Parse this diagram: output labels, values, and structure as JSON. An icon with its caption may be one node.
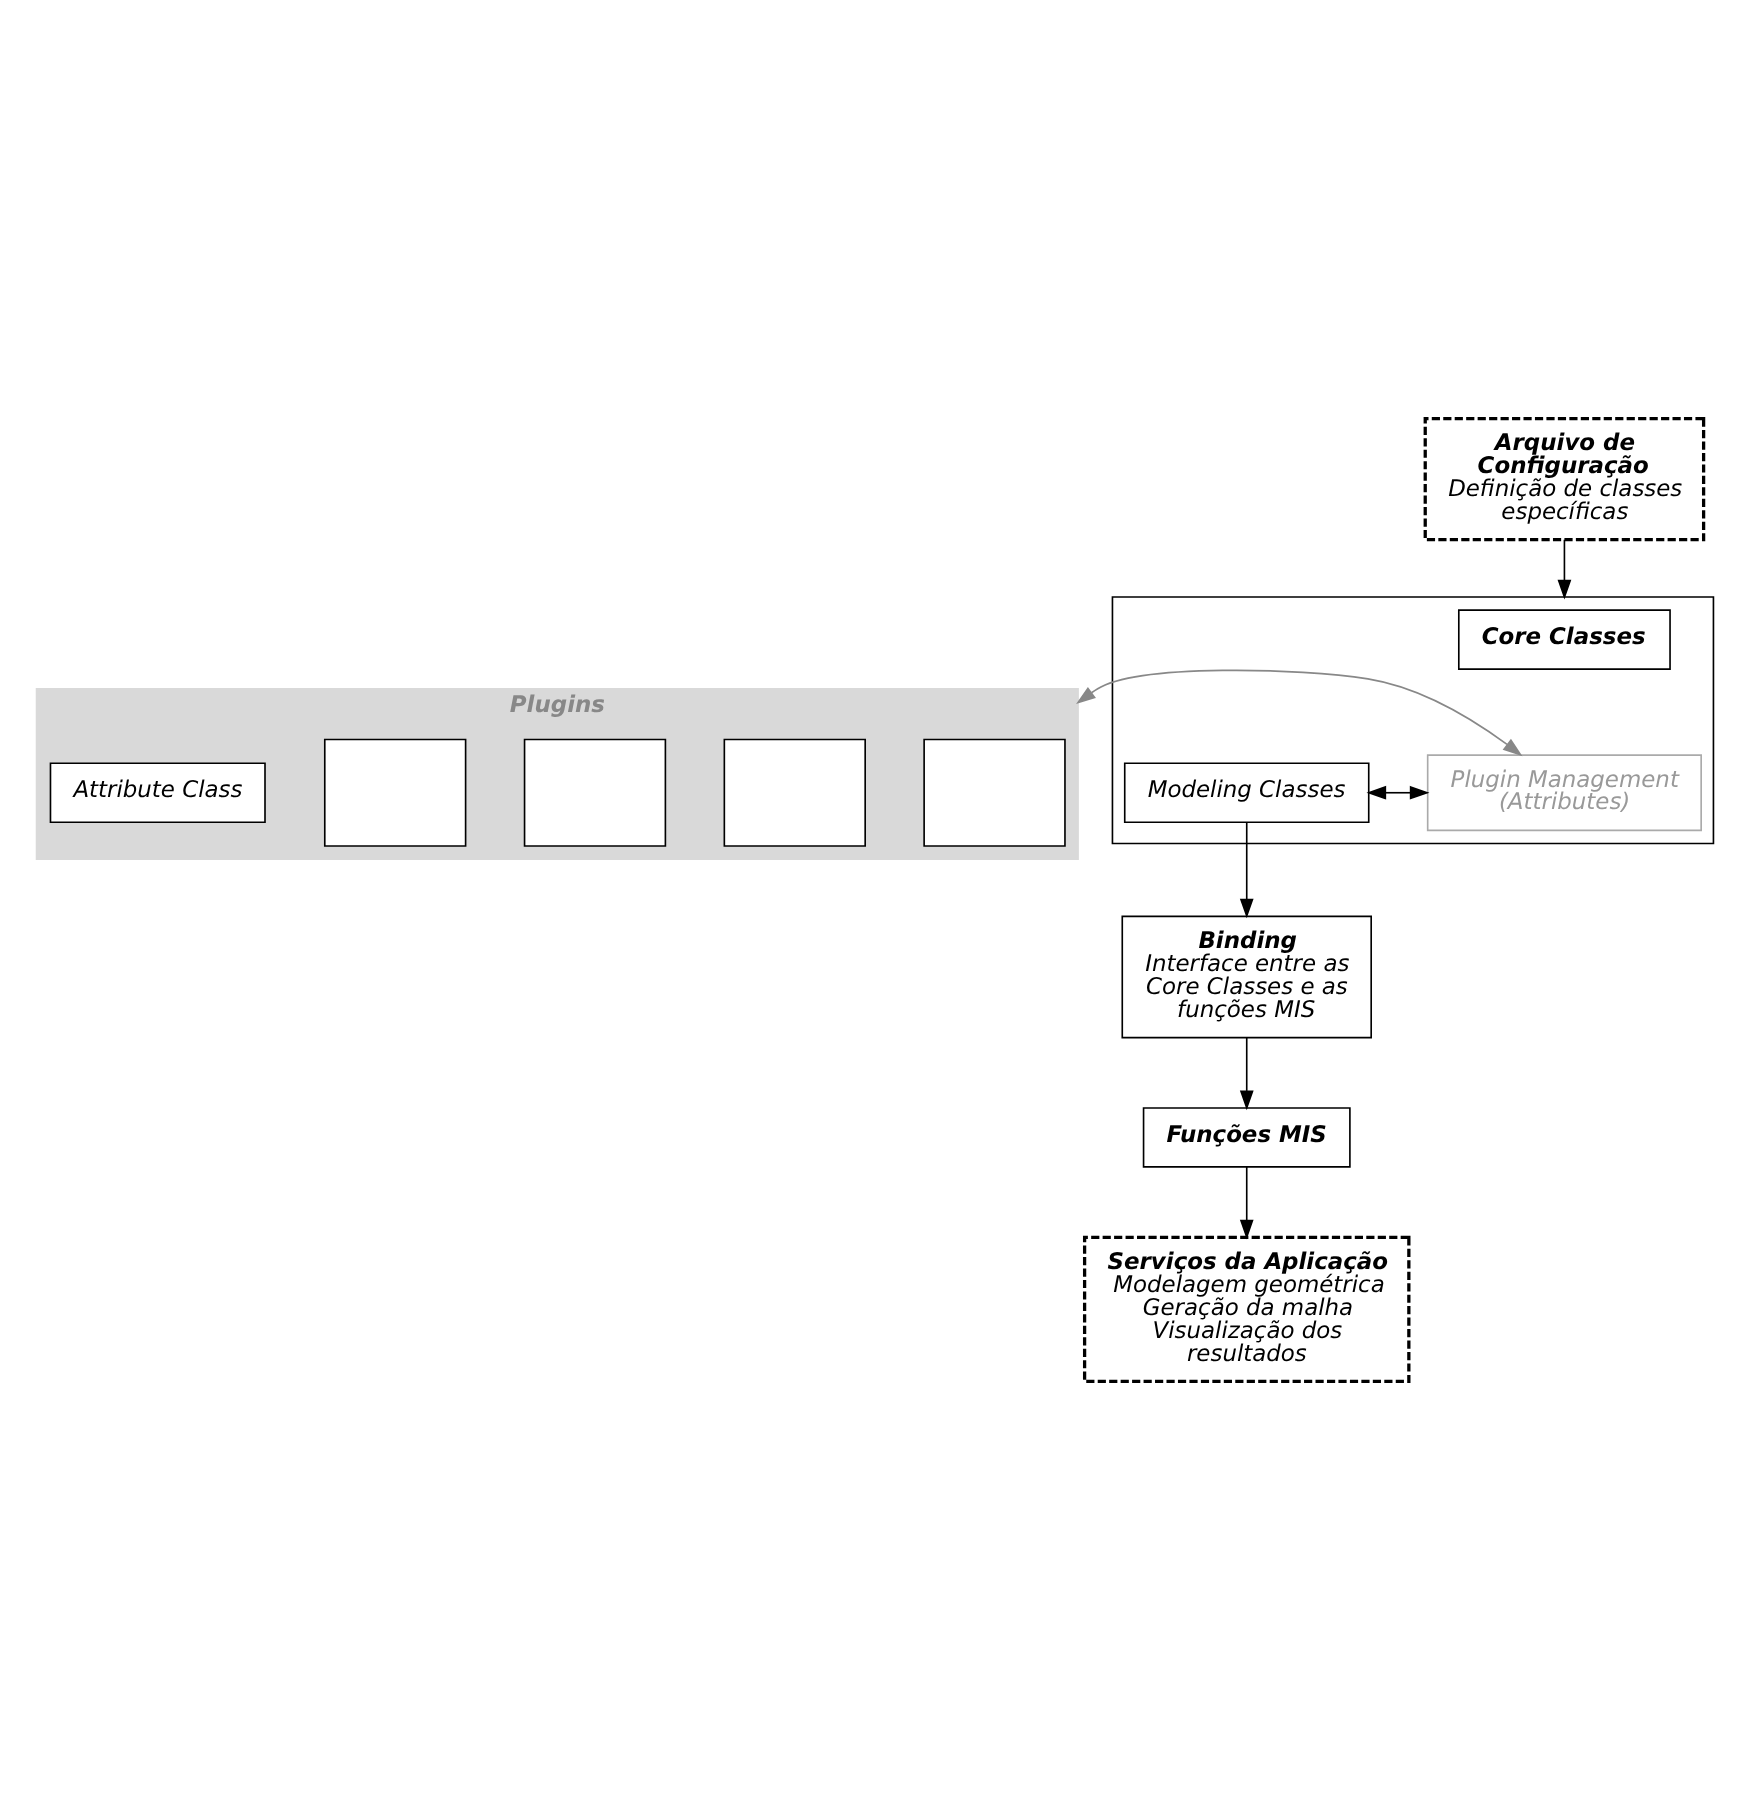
{
  "diagram": {
    "nodes": [
      {
        "text": [
          "Arquivo de Configuração",
          "Definição de classes específicas"
        ]
      },
      {
        "text": [],
        "shape": "box"
      },
      {
        "text": [
          "Core Classes"
        ],
        "in": 1
      },
      {
        "text": [
          "Plugin Management (Attributes)"
        ],
        "in": 1
      },
      {
        "text": [
          "Modeling Classes"
        ],
        "in": 1
      },
      {
        "text": [
          "Plugins"
        ]
      },
      {
        "text": [],
        "shape": "box",
        "in": 5
      },
      {
        "text": [],
        "shape": "box",
        "in": 5
      },
      {
        "text": [],
        "shape": "box",
        "in": 5
      },
      {
        "text": [],
        "shape": "box",
        "in": 5
      },
      {
        "text": [
          "Attribute Class"
        ],
        "in": 5
      },
      {
        "text": [
          "Binding",
          "Interface entre as Core Classes e as funções MIS"
        ]
      },
      {
        "text": [
          "Funções MIS"
        ]
      },
      {
        "text": [
          "Serviços da Aplicação",
          "Modelagem geométrica Geração da malha Visualização dos resultados"
        ]
      }
    ],
    "edges": [
      {
        "from": 0,
        "to": 1,
        "arrow": "to"
      },
      {
        "from": 5,
        "to": 3,
        "arrow": "both",
        "color": "#888888"
      },
      {
        "from": 3,
        "to": 4,
        "arrow": "both"
      },
      {
        "from": 4,
        "to": 11,
        "arrow": "to"
      },
      {
        "from": 11,
        "to": 12,
        "arrow": "to"
      },
      {
        "from": 12,
        "to": 13,
        "arrow": "to"
      }
    ]
  }
}
